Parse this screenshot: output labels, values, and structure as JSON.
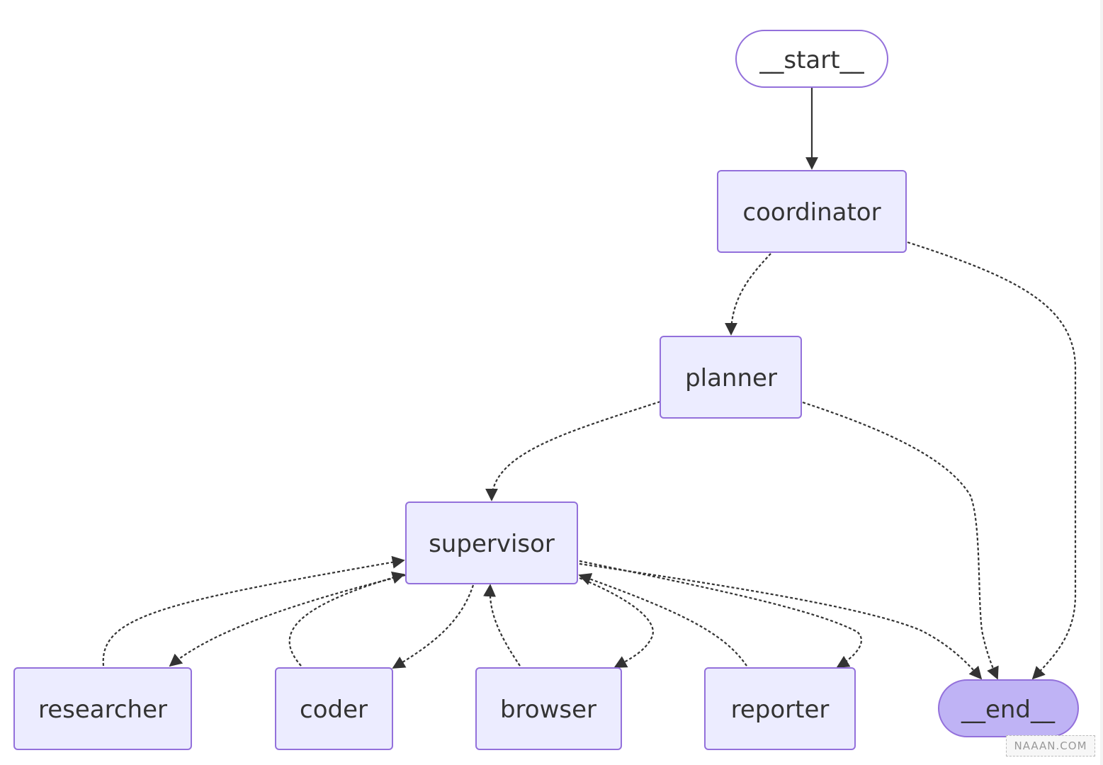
{
  "diagram": {
    "nodes": [
      {
        "id": "start",
        "label": "__start__",
        "shape": "pill"
      },
      {
        "id": "coordinator",
        "label": "coordinator",
        "shape": "rect"
      },
      {
        "id": "planner",
        "label": "planner",
        "shape": "rect"
      },
      {
        "id": "supervisor",
        "label": "supervisor",
        "shape": "rect"
      },
      {
        "id": "researcher",
        "label": "researcher",
        "shape": "rect"
      },
      {
        "id": "coder",
        "label": "coder",
        "shape": "rect"
      },
      {
        "id": "browser",
        "label": "browser",
        "shape": "rect"
      },
      {
        "id": "reporter",
        "label": "reporter",
        "shape": "rect"
      },
      {
        "id": "end",
        "label": "__end__",
        "shape": "end"
      }
    ],
    "edges": [
      {
        "from": "start",
        "to": "coordinator",
        "style": "solid"
      },
      {
        "from": "coordinator",
        "to": "planner",
        "style": "dotted"
      },
      {
        "from": "coordinator",
        "to": "end",
        "style": "dotted"
      },
      {
        "from": "planner",
        "to": "supervisor",
        "style": "dotted"
      },
      {
        "from": "planner",
        "to": "end",
        "style": "dotted"
      },
      {
        "from": "supervisor",
        "to": "researcher",
        "style": "dotted"
      },
      {
        "from": "supervisor",
        "to": "coder",
        "style": "dotted"
      },
      {
        "from": "supervisor",
        "to": "browser",
        "style": "dotted"
      },
      {
        "from": "supervisor",
        "to": "reporter",
        "style": "dotted"
      },
      {
        "from": "supervisor",
        "to": "end",
        "style": "dotted"
      },
      {
        "from": "researcher",
        "to": "supervisor",
        "style": "dotted"
      },
      {
        "from": "coder",
        "to": "supervisor",
        "style": "dotted"
      },
      {
        "from": "browser",
        "to": "supervisor",
        "style": "dotted"
      },
      {
        "from": "reporter",
        "to": "supervisor",
        "style": "dotted"
      }
    ],
    "colors": {
      "node_fill": "#ECECFF",
      "node_stroke": "#9370DB",
      "end_fill": "#BFB3F5",
      "edge": "#333333",
      "text": "#333333"
    }
  },
  "watermark": {
    "text": "NAAAN.COM"
  }
}
